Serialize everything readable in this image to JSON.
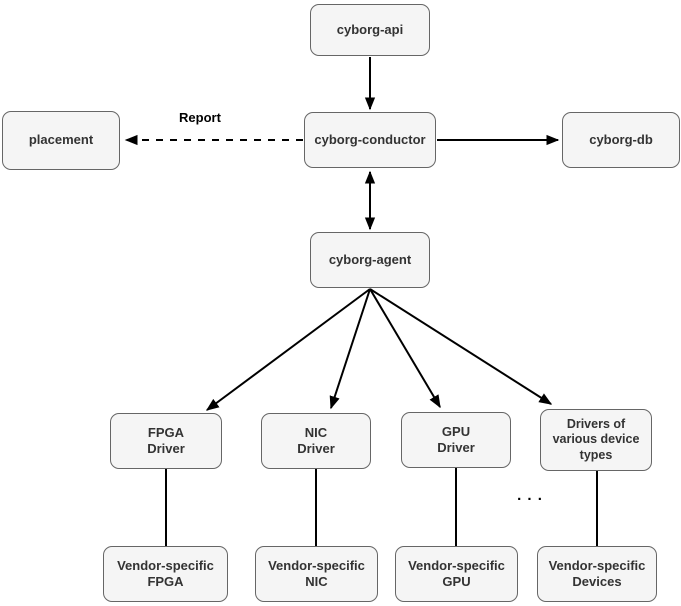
{
  "diagram": {
    "nodes": [
      {
        "id": "cyborg-api",
        "label": "cyborg-api"
      },
      {
        "id": "placement",
        "label": "placement"
      },
      {
        "id": "cyborg-conductor",
        "label": "cyborg-conductor"
      },
      {
        "id": "cyborg-db",
        "label": "cyborg-db"
      },
      {
        "id": "cyborg-agent",
        "label": "cyborg-agent"
      },
      {
        "id": "fpga-driver",
        "label": "FPGA\nDriver"
      },
      {
        "id": "nic-driver",
        "label": "NIC\nDriver"
      },
      {
        "id": "gpu-driver",
        "label": "GPU\nDriver"
      },
      {
        "id": "drivers-various",
        "label": "Drivers of\nvarious device\ntypes"
      },
      {
        "id": "vendor-fpga",
        "label": "Vendor-specific\nFPGA"
      },
      {
        "id": "vendor-nic",
        "label": "Vendor-specific\nNIC"
      },
      {
        "id": "vendor-gpu",
        "label": "Vendor-specific\nGPU"
      },
      {
        "id": "vendor-devices",
        "label": "Vendor-specific\nDevices"
      }
    ],
    "edges": [
      {
        "from": "cyborg-api",
        "to": "cyborg-conductor",
        "style": "solid-arrow",
        "label": ""
      },
      {
        "from": "cyborg-conductor",
        "to": "placement",
        "style": "dashed-arrow",
        "label": "Report"
      },
      {
        "from": "cyborg-conductor",
        "to": "cyborg-db",
        "style": "solid-arrow",
        "label": ""
      },
      {
        "from": "cyborg-conductor",
        "to": "cyborg-agent",
        "style": "double-arrow",
        "label": ""
      },
      {
        "from": "cyborg-agent",
        "to": "fpga-driver",
        "style": "solid-arrow",
        "label": ""
      },
      {
        "from": "cyborg-agent",
        "to": "nic-driver",
        "style": "solid-arrow",
        "label": ""
      },
      {
        "from": "cyborg-agent",
        "to": "gpu-driver",
        "style": "solid-arrow",
        "label": ""
      },
      {
        "from": "cyborg-agent",
        "to": "drivers-various",
        "style": "solid-arrow",
        "label": ""
      },
      {
        "from": "fpga-driver",
        "to": "vendor-fpga",
        "style": "line",
        "label": ""
      },
      {
        "from": "nic-driver",
        "to": "vendor-nic",
        "style": "line",
        "label": ""
      },
      {
        "from": "gpu-driver",
        "to": "vendor-gpu",
        "style": "line",
        "label": ""
      },
      {
        "from": "drivers-various",
        "to": "vendor-devices",
        "style": "line",
        "label": ""
      }
    ],
    "ellipsis": ". . .",
    "colors": {
      "node_fill": "#f5f5f5",
      "node_border": "#666666",
      "node_text": "#333333",
      "edge": "#000000",
      "background": "#ffffff"
    }
  }
}
